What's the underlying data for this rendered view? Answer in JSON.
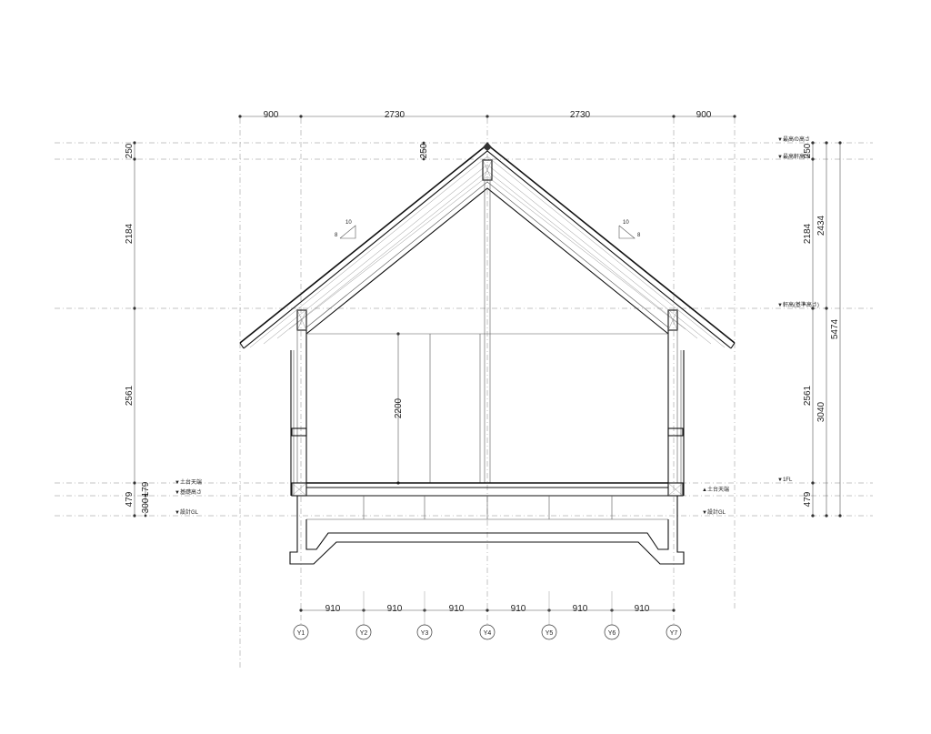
{
  "top_dims": [
    "900",
    "2730",
    "2730",
    "900"
  ],
  "bottom_dims": [
    "910",
    "910",
    "910",
    "910",
    "910",
    "910"
  ],
  "grid_labels": [
    "Y1",
    "Y2",
    "Y3",
    "Y4",
    "Y5",
    "Y6",
    "Y7"
  ],
  "left_vertical_dims": [
    "250",
    "2184",
    "2561",
    "479",
    "300",
    "179"
  ],
  "center_dims": {
    "ridge": "250",
    "ceiling": "2200"
  },
  "right_vertical_dims": {
    "inner": [
      "250",
      "2184",
      "2561",
      "479"
    ],
    "middle": [
      "2434",
      "3040"
    ],
    "outer": "5474"
  },
  "slope_labels": {
    "rise": "8",
    "run": "10"
  },
  "right_levels": [
    "▼最高の高さ",
    "▼最高軒高さ",
    "▼軒高(基準高さ)",
    "▼1FL",
    "▲土台天端",
    "▼設計GL"
  ],
  "left_levels": [
    "▼土台天端",
    "▼基礎高さ",
    "▼設計GL"
  ]
}
